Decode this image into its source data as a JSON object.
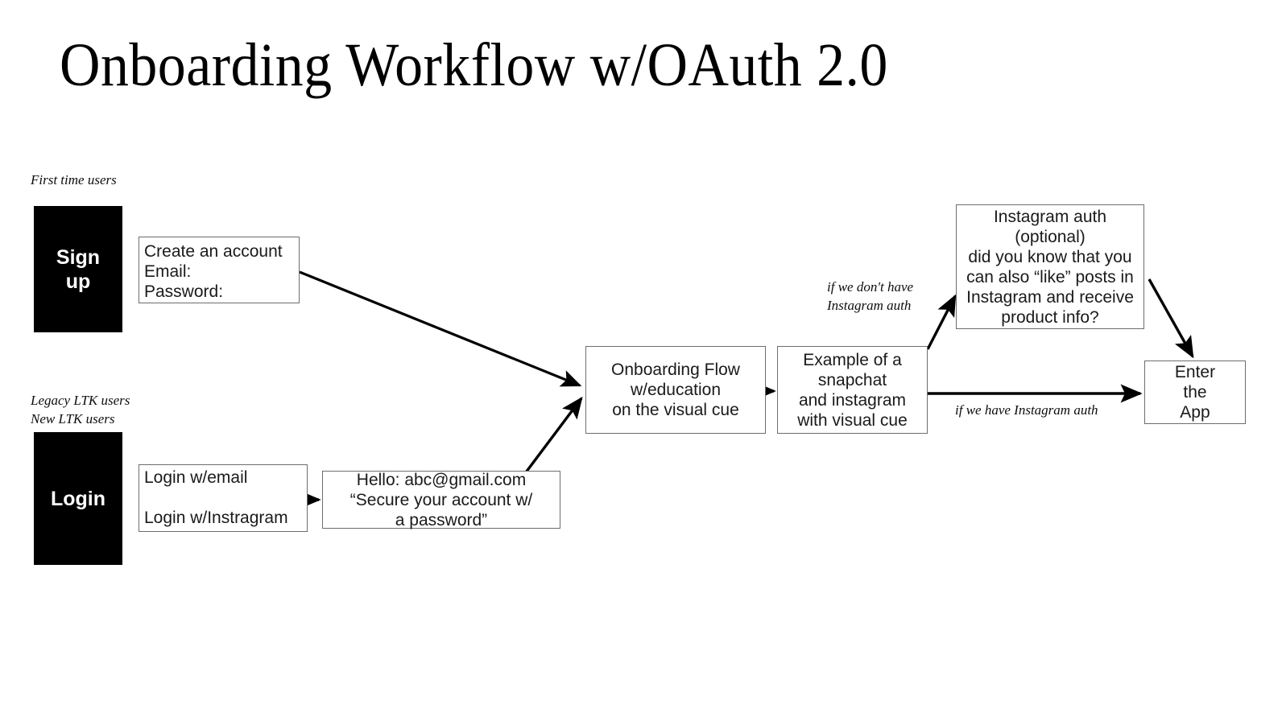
{
  "title": "Onboarding Workflow w/OAuth 2.0",
  "notes": {
    "first_time_users": "First time users",
    "legacy_new_users": "Legacy LTK users\nNew LTK users",
    "if_no_instagram_auth": "if we don't have\nInstagram auth",
    "if_have_instagram_auth": "if we have Instagram auth"
  },
  "nodes": {
    "signup": "Sign\nup",
    "login": "Login",
    "create_account": "Create an account\nEmail:\nPassword:",
    "login_email": "Login w/email",
    "login_instagram": "Login w/Instragram",
    "hello": "Hello: abc@gmail.com\n“Secure your account w/\na password”",
    "onboarding_flow": "Onboarding Flow\nw/education\non the visual cue",
    "example_visual_cue": "Example of a\nsnapchat\nand instagram\nwith visual cue",
    "instagram_auth": "Instagram auth\n(optional)\ndid you know that you\ncan also “like” posts in\nInstagram and receive\nproduct info?",
    "enter_app": "Enter\nthe\nApp"
  },
  "colors": {
    "background": "#ffffff",
    "text": "#1a1a1a",
    "box_border": "#6d6d6d",
    "black_node": "#000000",
    "black_node_text": "#ffffff",
    "arrow": "#000000"
  },
  "edges": [
    {
      "name": "create-account-to-onboarding",
      "from": "create_account",
      "to": "onboarding_flow",
      "label": ""
    },
    {
      "name": "login-options-to-hello",
      "from": "login_options",
      "to": "hello",
      "label": ""
    },
    {
      "name": "hello-to-onboarding",
      "from": "hello",
      "to": "onboarding_flow",
      "label": ""
    },
    {
      "name": "onboarding-to-example",
      "from": "onboarding_flow",
      "to": "example_visual_cue",
      "label": ""
    },
    {
      "name": "example-to-instagram-auth",
      "from": "example_visual_cue",
      "to": "instagram_auth",
      "label": "if we don't have\nInstagram auth"
    },
    {
      "name": "example-to-enter-app",
      "from": "example_visual_cue",
      "to": "enter_app",
      "label": "if we have Instagram auth"
    },
    {
      "name": "instagram-auth-to-enter-app",
      "from": "instagram_auth",
      "to": "enter_app",
      "label": ""
    }
  ]
}
